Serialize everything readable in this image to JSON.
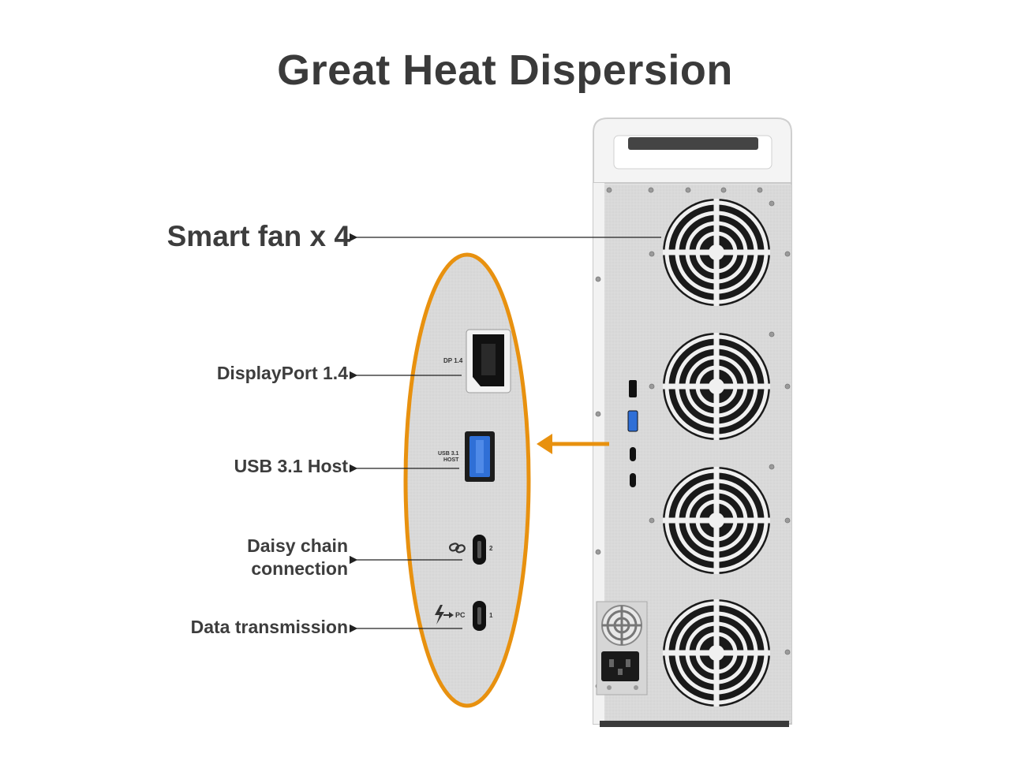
{
  "title": "Great Heat Dispersion",
  "labels": {
    "fan": "Smart fan x 4",
    "displayport": "DisplayPort 1.4",
    "usb": "USB 3.1 Host",
    "daisy_line1": "Daisy chain",
    "daisy_line2": "connection",
    "data": "Data transmission"
  },
  "port_markings": {
    "dp": "DP 1.4",
    "usb_line1": "USB 3.1",
    "usb_line2": "HOST",
    "daisy_number": "2",
    "pc": "PC",
    "data_number": "1"
  },
  "colors": {
    "accent": "#e8910f",
    "text": "#3d3d3d",
    "usb_blue": "#2f6fd6"
  },
  "icons": [
    "chain-link-icon",
    "thunderbolt-icon",
    "arrow-right-icon",
    "power-socket-icon"
  ]
}
